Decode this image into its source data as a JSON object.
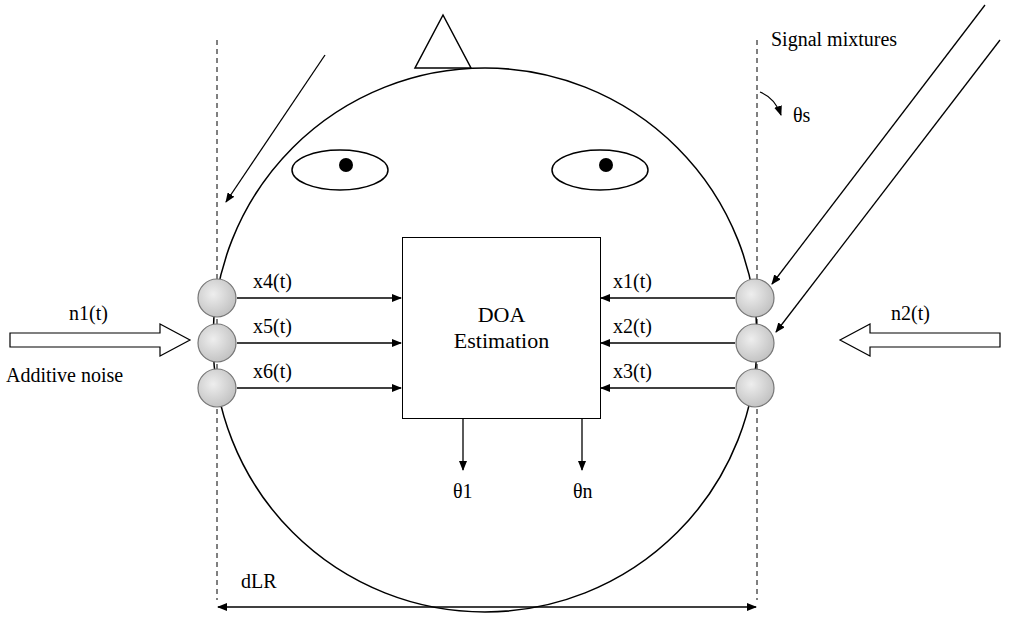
{
  "diagram": {
    "nodes": [
      {
        "text": [
          "DOA Estimation"
        ]
      }
    ],
    "labels": [
      "Signal mixtures",
      "θs",
      "x4(t)",
      "x5(t)",
      "x6(t)",
      "x1(t)",
      "x2(t)",
      "x3(t)",
      "n1(t)",
      "n2(t)",
      "Additive noise",
      "θ1",
      "θn",
      "dLR"
    ]
  }
}
